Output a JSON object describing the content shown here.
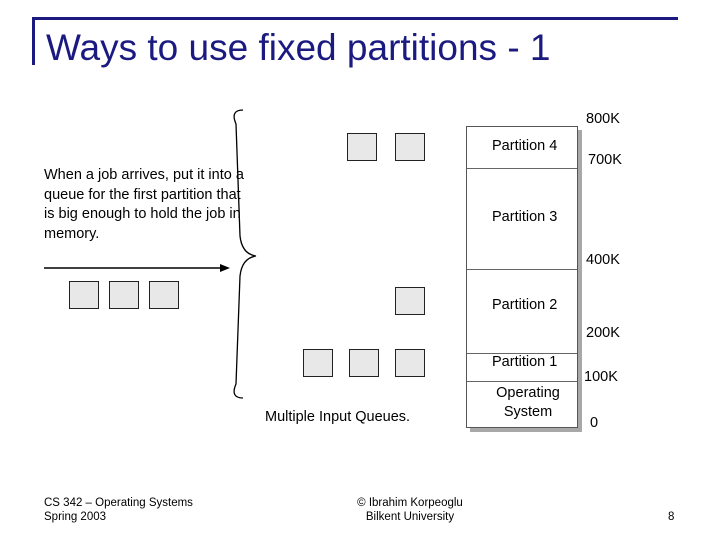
{
  "slide": {
    "title": "Ways to use fixed partitions - 1",
    "description": "When a  job arrives, put it into a queue for the first partition that is big enough to hold the job in memory.",
    "queues_label": "Multiple Input Queues."
  },
  "memory": {
    "partitions": [
      "Partition 4",
      "Partition 3",
      "Partition 2",
      "Partition 1",
      "Operating System"
    ],
    "boundaries": [
      "800K",
      "700K",
      "400K",
      "200K",
      "100K",
      "0"
    ]
  },
  "footer": {
    "course": "CS 342 – Operating Systems",
    "term": "Spring 2003",
    "copyright": "© Ibrahim Korpeoglu",
    "university": "Bilkent University",
    "page_number": "8"
  }
}
